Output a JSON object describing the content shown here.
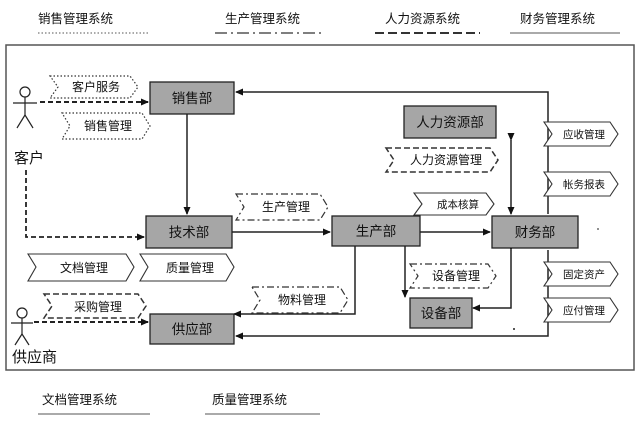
{
  "legend_top": [
    "销售管理系统",
    "生产管理系统",
    "人力资源系统",
    "财务管理系统"
  ],
  "legend_bottom": [
    "文档管理系统",
    "质量管理系统"
  ],
  "actors": {
    "customer": "客户",
    "supplier": "供应商"
  },
  "departments": {
    "sales": "销售部",
    "tech": "技术部",
    "production": "生产部",
    "finance": "财务部",
    "hr": "人力资源部",
    "supply": "供应部",
    "equipment": "设备部"
  },
  "tags": {
    "customer_service": "客户服务",
    "sales_mgmt": "销售管理",
    "production_mgmt": "生产管理",
    "hr_mgmt": "人力资源管理",
    "cost_accounting": "成本核算",
    "doc_mgmt": "文档管理",
    "quality_mgmt": "质量管理",
    "procurement_mgmt": "采购管理",
    "material_mgmt": "物料管理",
    "equipment_mgmt": "设备管理",
    "receivables": "应收管理",
    "reports": "帐务报表",
    "fixed_assets": "固定资产",
    "payables": "应付管理"
  },
  "colors": {
    "dept_fill": "#a6a6a6",
    "stroke": "#222222",
    "frame": "#555555"
  }
}
